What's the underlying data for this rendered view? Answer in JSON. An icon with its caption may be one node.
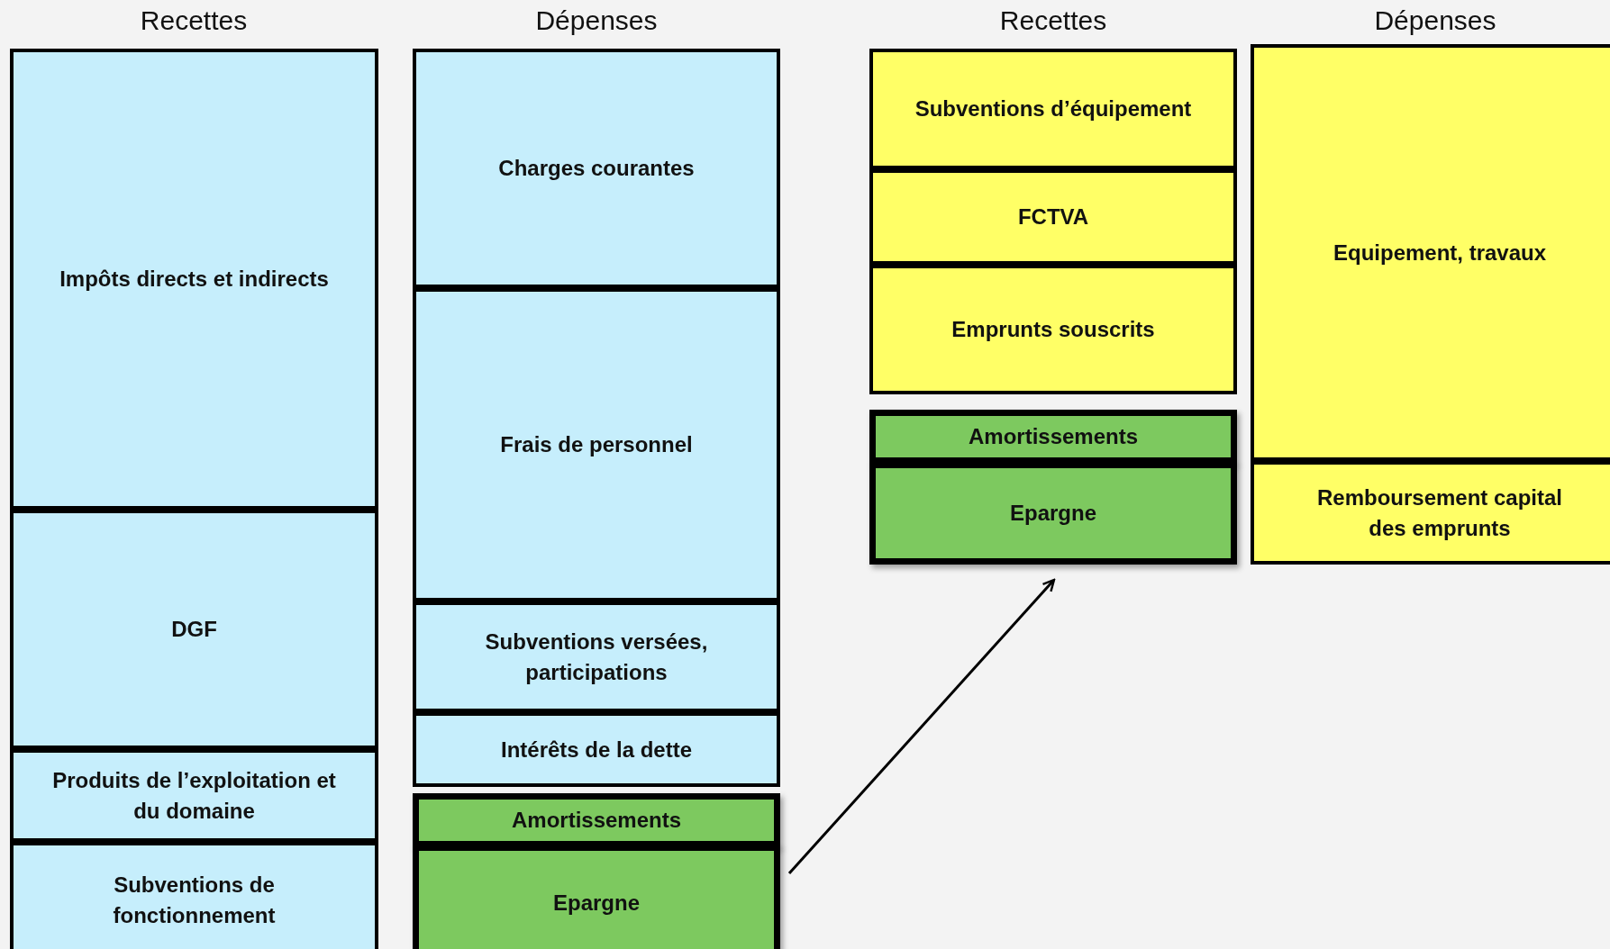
{
  "diagram": {
    "nodes": [
      {
        "text": [
          "Impôts directs et indirects"
        ]
      },
      {
        "text": [
          "DGF"
        ]
      },
      {
        "text": [
          "Produits de l’exploitation et du domaine"
        ]
      },
      {
        "text": [
          "Subventions de fonctionnement"
        ]
      },
      {
        "text": [
          "Charges courantes"
        ]
      },
      {
        "text": [
          "Frais de personnel"
        ]
      },
      {
        "text": [
          "Subventions versées, participations"
        ]
      },
      {
        "text": [
          "Intérêts de la dette"
        ]
      },
      {
        "text": [
          "Amortissements"
        ]
      },
      {
        "text": [
          "Epargne"
        ]
      },
      {
        "text": [
          "Subventions d’équipement"
        ]
      },
      {
        "text": [
          "FCTVA"
        ]
      },
      {
        "text": [
          "Emprunts souscrits"
        ]
      },
      {
        "text": [
          "Amortissements"
        ]
      },
      {
        "text": [
          "Epargne"
        ]
      },
      {
        "text": [
          "Equipement, travaux"
        ]
      },
      {
        "text": [
          "Remboursement capital des emprunts"
        ]
      }
    ],
    "edges": [
      {
        "from": 9,
        "to": 14,
        "arrow": "to"
      }
    ],
    "labels": [
      "Recettes",
      "Dépenses",
      "Recettes",
      "Dépenses"
    ]
  }
}
